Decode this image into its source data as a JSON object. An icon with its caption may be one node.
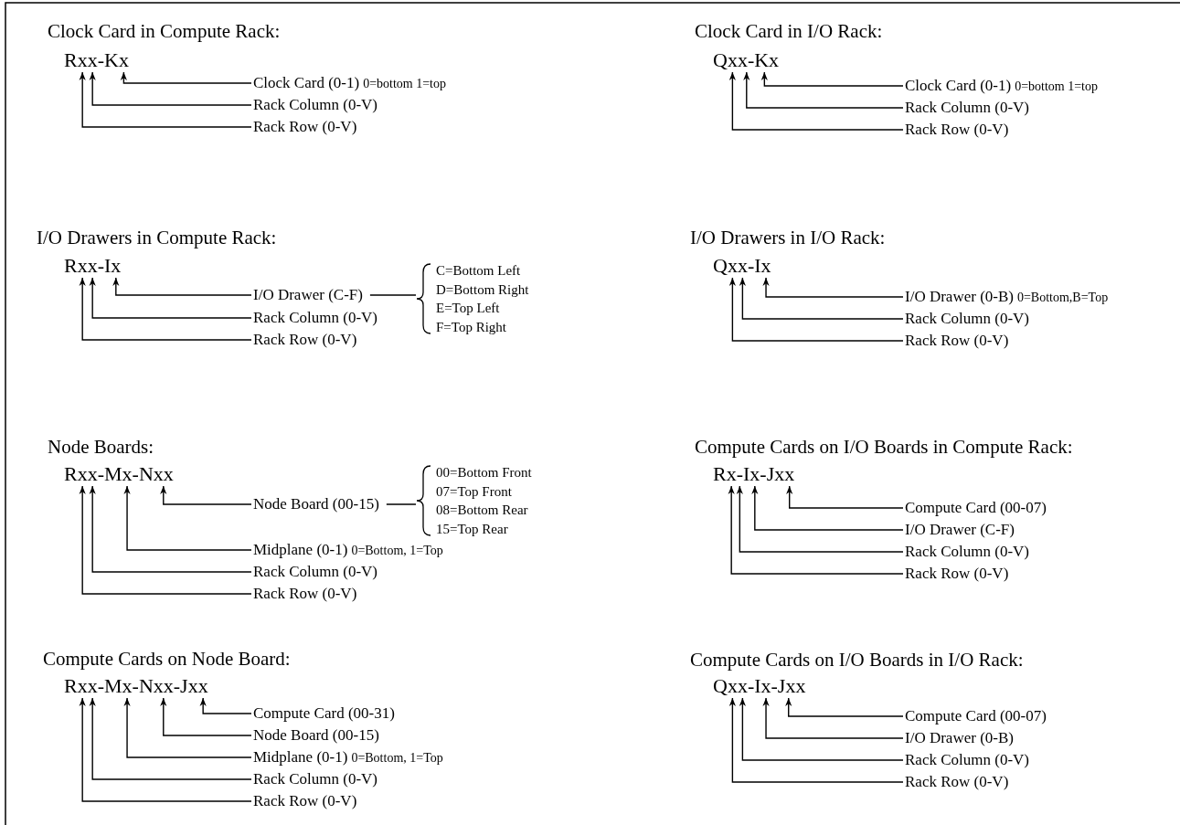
{
  "diagram": {
    "nodes": [
      {
        "text": [
          "Rxx-Kx"
        ]
      },
      {
        "text": [
          "Clock Card (0-1)",
          "0=bottom 1=top"
        ]
      },
      {
        "text": [
          "Rack Column (0-V)"
        ]
      },
      {
        "text": [
          "Rack Row (0-V)"
        ]
      },
      {
        "text": [
          "Qxx-Kx"
        ]
      },
      {
        "text": [
          "Clock Card (0-1)",
          "0=bottom 1=top"
        ]
      },
      {
        "text": [
          "Rack Column (0-V)"
        ]
      },
      {
        "text": [
          "Rack Row (0-V)"
        ]
      },
      {
        "text": [
          "Rxx-Ix"
        ]
      },
      {
        "text": [
          "I/O Drawer (C-F)"
        ]
      },
      {
        "text": [
          "C=Bottom Left",
          "D=Bottom Right",
          "E=Top Left",
          "F=Top Right"
        ]
      },
      {
        "text": [
          "Rack Column (0-V)"
        ]
      },
      {
        "text": [
          "Rack Row (0-V)"
        ]
      },
      {
        "text": [
          "Qxx-Ix"
        ]
      },
      {
        "text": [
          "I/O Drawer (0-B)",
          "0=Bottom,B=Top"
        ]
      },
      {
        "text": [
          "Rack Column (0-V)"
        ]
      },
      {
        "text": [
          "Rack Row (0-V)"
        ]
      },
      {
        "text": [
          "Rxx-Mx-Nxx"
        ]
      },
      {
        "text": [
          "Node Board (00-15)"
        ]
      },
      {
        "text": [
          "00=Bottom Front",
          "07=Top Front",
          "08=Bottom Rear",
          "15=Top Rear"
        ]
      },
      {
        "text": [
          "Midplane (0-1)",
          "0=Bottom, 1=Top"
        ]
      },
      {
        "text": [
          "Rack Column (0-V)"
        ]
      },
      {
        "text": [
          "Rack Row (0-V)"
        ]
      },
      {
        "text": [
          "Rx-Ix-Jxx"
        ]
      },
      {
        "text": [
          "Compute Card (00-07)"
        ]
      },
      {
        "text": [
          "I/O Drawer (C-F)"
        ]
      },
      {
        "text": [
          "Rack Column (0-V)"
        ]
      },
      {
        "text": [
          "Rack Row (0-V)"
        ]
      },
      {
        "text": [
          "Rxx-Mx-Nxx-Jxx"
        ]
      },
      {
        "text": [
          "Compute Card (00-31)"
        ]
      },
      {
        "text": [
          "Node Board (00-15)"
        ]
      },
      {
        "text": [
          "Midplane (0-1)",
          "0=Bottom, 1=Top"
        ]
      },
      {
        "text": [
          "Rack Column (0-V)"
        ]
      },
      {
        "text": [
          "Rack Row (0-V)"
        ]
      },
      {
        "text": [
          "Qxx-Ix-Jxx"
        ]
      },
      {
        "text": [
          "Compute Card (00-07)"
        ]
      },
      {
        "text": [
          "I/O Drawer (0-B)"
        ]
      },
      {
        "text": [
          "Rack Column (0-V)"
        ]
      },
      {
        "text": [
          "Rack Row (0-V)"
        ]
      }
    ],
    "edges": [
      {
        "from": 1,
        "to": 0,
        "arrow": "to"
      },
      {
        "from": 2,
        "to": 0,
        "arrow": "to"
      },
      {
        "from": 3,
        "to": 0,
        "arrow": "to"
      },
      {
        "from": 5,
        "to": 4,
        "arrow": "to"
      },
      {
        "from": 6,
        "to": 4,
        "arrow": "to"
      },
      {
        "from": 7,
        "to": 4,
        "arrow": "to"
      },
      {
        "from": 9,
        "to": 8,
        "arrow": "to"
      },
      {
        "from": 9,
        "to": 10,
        "arrow": "none"
      },
      {
        "from": 11,
        "to": 8,
        "arrow": "to"
      },
      {
        "from": 12,
        "to": 8,
        "arrow": "to"
      },
      {
        "from": 14,
        "to": 13,
        "arrow": "to"
      },
      {
        "from": 15,
        "to": 13,
        "arrow": "to"
      },
      {
        "from": 16,
        "to": 13,
        "arrow": "to"
      },
      {
        "from": 18,
        "to": 17,
        "arrow": "to"
      },
      {
        "from": 18,
        "to": 19,
        "arrow": "none"
      },
      {
        "from": 20,
        "to": 17,
        "arrow": "to"
      },
      {
        "from": 21,
        "to": 17,
        "arrow": "to"
      },
      {
        "from": 22,
        "to": 17,
        "arrow": "to"
      },
      {
        "from": 24,
        "to": 23,
        "arrow": "to"
      },
      {
        "from": 25,
        "to": 23,
        "arrow": "to"
      },
      {
        "from": 26,
        "to": 23,
        "arrow": "to"
      },
      {
        "from": 27,
        "to": 23,
        "arrow": "to"
      },
      {
        "from": 29,
        "to": 28,
        "arrow": "to"
      },
      {
        "from": 30,
        "to": 28,
        "arrow": "to"
      },
      {
        "from": 31,
        "to": 28,
        "arrow": "to"
      },
      {
        "from": 32,
        "to": 28,
        "arrow": "to"
      },
      {
        "from": 33,
        "to": 28,
        "arrow": "to"
      },
      {
        "from": 35,
        "to": 34,
        "arrow": "to"
      },
      {
        "from": 36,
        "to": 34,
        "arrow": "to"
      },
      {
        "from": 37,
        "to": 34,
        "arrow": "to"
      },
      {
        "from": 38,
        "to": 34,
        "arrow": "to"
      }
    ],
    "labels": [
      "Clock Card in Compute Rack:",
      "Clock Card in I/O Rack:",
      "I/O Drawers in Compute Rack:",
      "I/O Drawers in I/O Rack:",
      "Node Boards:",
      "Compute Cards on I/O Boards in Compute Rack:",
      "Compute Cards on Node Board:",
      "Compute Cards on I/O Boards in I/O Rack:"
    ]
  }
}
